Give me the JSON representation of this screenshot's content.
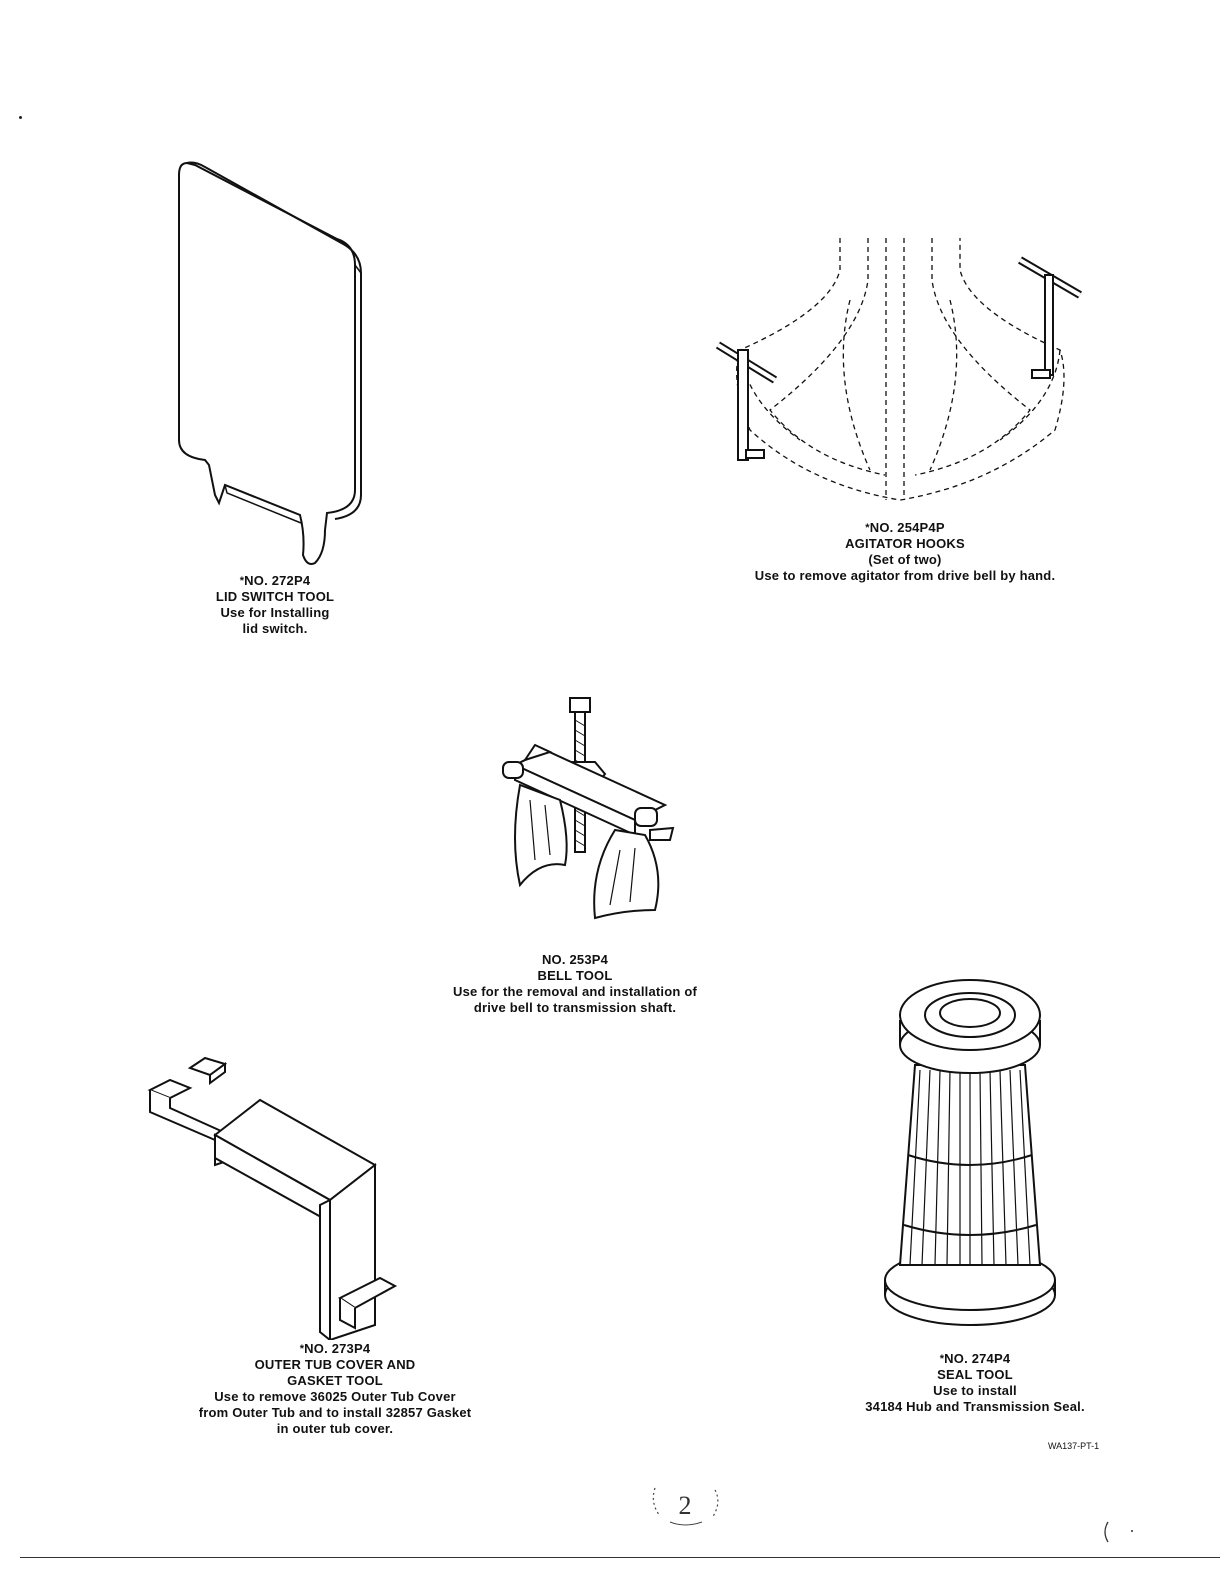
{
  "tools": {
    "lid_switch": {
      "number": "NO. 272P4",
      "name": "LID SWITCH TOOL",
      "desc1": "Use for Installing",
      "desc2": "lid switch."
    },
    "agitator_hooks": {
      "number": "NO. 254P4P",
      "name": "AGITATOR HOOKS",
      "qualifier": "(Set of two)",
      "desc1": "Use to remove agitator from drive bell by hand."
    },
    "bell": {
      "number": "NO. 253P4",
      "name": "BELL TOOL",
      "desc1": "Use for the removal and installation of",
      "desc2": "drive bell to transmission shaft."
    },
    "outer_tub": {
      "number": "NO. 273P4",
      "name1": "OUTER TUB COVER AND",
      "name2": "GASKET TOOL",
      "desc1": "Use to remove 36025 Outer Tub Cover",
      "desc2": "from Outer Tub and to install 32857 Gasket",
      "desc3": "in outer tub cover."
    },
    "seal": {
      "number": "NO. 274P4",
      "name": "SEAL TOOL",
      "desc1": "Use to install",
      "desc2": "34184 Hub and Transmission Seal."
    }
  },
  "doc_code": "WA137-PT-1",
  "page_marks": {
    "star": "*",
    "center_mark": "2"
  }
}
